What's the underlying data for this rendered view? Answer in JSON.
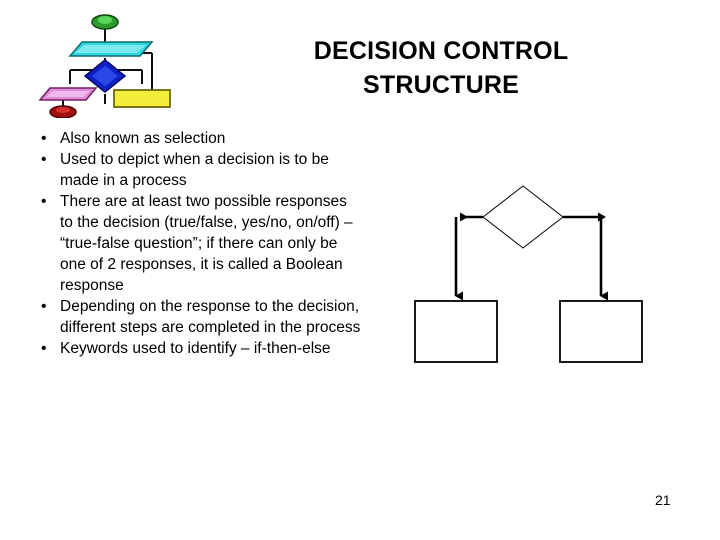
{
  "slide": {
    "title_lines": [
      "DECISION CONTROL",
      "STRUCTURE"
    ],
    "page_number": "21",
    "bullets": [
      "Also known as selection",
      "Used to depict when a decision is to be made in a process",
      "There are at least two possible responses to the decision (true/false, yes/no, on/off) – “true-false question”; if there can only be one of 2 responses, it is called a Boolean response",
      "Depending on the response to the decision, different steps are completed in the process",
      "Keywords used to identify – if-then-else"
    ],
    "bullet_marker": "•"
  },
  "clipart": {
    "name": "flowchart-clipart",
    "shapes": [
      {
        "name": "terminator-start-ellipse",
        "color": "#2E9B2E"
      },
      {
        "name": "data-parallelogram-cyan",
        "color": "#2FD8E0"
      },
      {
        "name": "decision-diamond-blue",
        "color": "#1020C8"
      },
      {
        "name": "data-parallelogram-pink",
        "color": "#E08CD8"
      },
      {
        "name": "process-rectangle-yellow",
        "color": "#F2EE3A"
      },
      {
        "name": "terminator-end-ellipse",
        "color": "#A01010"
      }
    ],
    "connector_color": "#000000"
  },
  "diagram": {
    "name": "decision-flow-diagram",
    "stroke": "#000000",
    "fill": "#FFFFFF",
    "nodes": [
      {
        "name": "decision-diamond",
        "label": ""
      },
      {
        "name": "process-box-left",
        "label": ""
      },
      {
        "name": "process-box-right",
        "label": ""
      }
    ],
    "edges": [
      {
        "name": "edge-decision-to-left",
        "label": ""
      },
      {
        "name": "edge-decision-to-right",
        "label": ""
      }
    ]
  }
}
